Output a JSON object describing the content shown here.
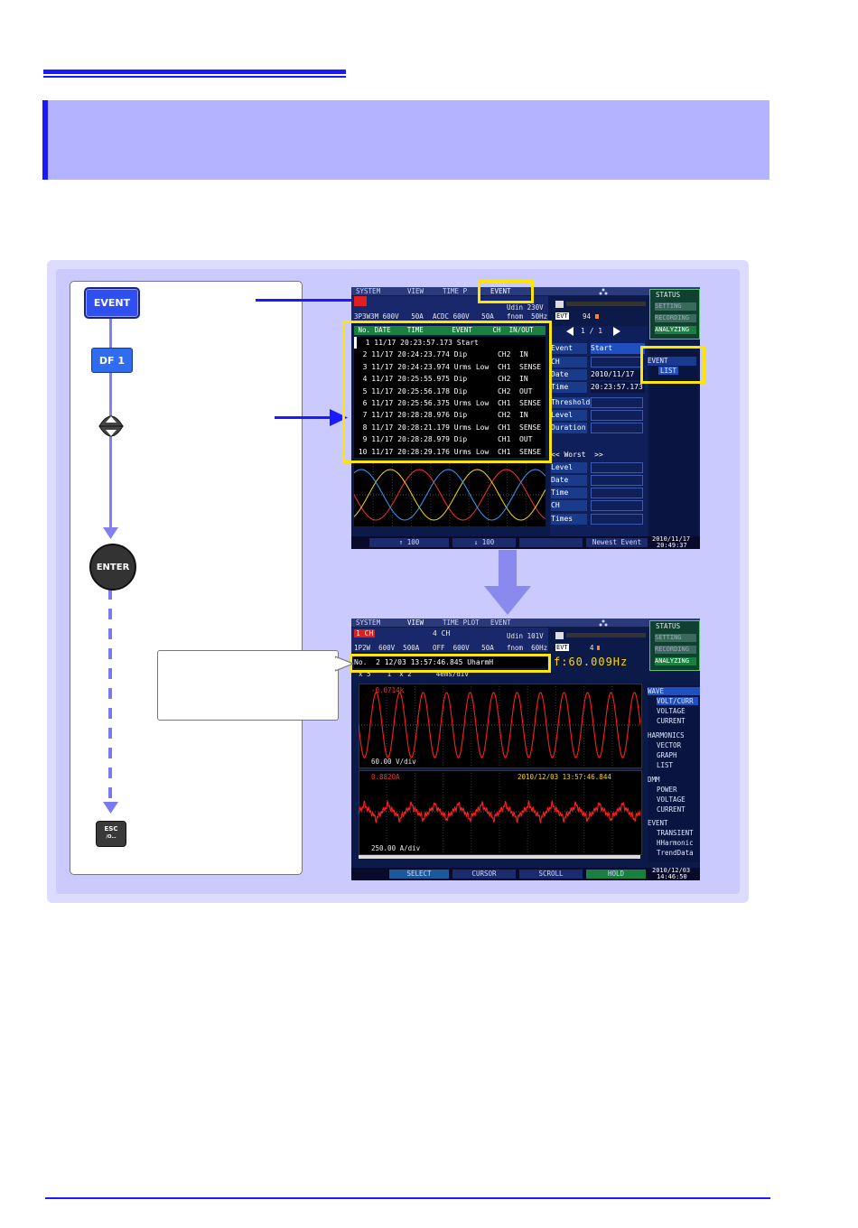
{
  "keys": {
    "event": "EVENT",
    "df": "DF 1",
    "enter": "ENTER",
    "esc_top": "ESC",
    "esc_bottom": "/O…"
  },
  "screen1": {
    "tabs": [
      "SYSTEM",
      "VIEW",
      "TIME P",
      "EVENT"
    ],
    "header_left": "3P3W3M 600V   50A",
    "header_mid": "ACDC 600V   50A",
    "header_right1": "Udin 230V",
    "header_right2": "fnom  50Hz",
    "event_count": "94",
    "page": "1 / 1",
    "list_header": " No. DATE    TIME       EVENT     CH  IN/OUT",
    "rows": [
      "  1 11/17 20:23:57.173 Start",
      "  2 11/17 20:24:23.774 Dip       CH2  IN",
      "  3 11/17 20:24:23.974 Urms Low  CH1  SENSE",
      "  4 11/17 20:25:55.975 Dip       CH2  IN",
      "  5 11/17 20:25:56.178 Dip       CH2  OUT",
      "  6 11/17 20:25:56.375 Urms Low  CH1  SENSE",
      "  7 11/17 20:28:28.976 Dip       CH2  IN",
      "  8 11/17 20:28:21.179 Urms Low  CH1  SENSE",
      "  9 11/17 20:28:28.979 Dip       CH1  OUT",
      " 10 11/17 20:28:29.176 Urms Low  CH1  SENSE"
    ],
    "detail": {
      "event_label": "Event",
      "event_value": "Start",
      "ch_label": "CH",
      "date_label": "Date",
      "date_value": "2010/11/17",
      "time_label": "Time",
      "time_value": "20:23:57.173",
      "threshold_label": "Threshold",
      "level_label": "Level",
      "duration_label": "Duration",
      "worst_label": "<< Worst  >>",
      "w_level": "Level",
      "w_date": "Date",
      "w_time": "Time",
      "w_ch": "CH",
      "w_times": "Times"
    },
    "status": [
      "STATUS",
      "SETTING",
      "RECORDING",
      "ANALYZING"
    ],
    "event_menu": [
      "EVENT",
      "LIST"
    ],
    "softkeys": [
      "↑ 100",
      "↓ 100",
      "",
      "Newest Event"
    ],
    "clock_date": "2010/11/17",
    "clock_time": "20:49:37"
  },
  "screen2": {
    "tabs": [
      "SYSTEM",
      "VIEW",
      "TIME PLOT",
      "EVENT"
    ],
    "ch1_label": "1 CH",
    "ch4_label": "4 CH",
    "header_left": "1P2W  600V  500A",
    "header_mid": "OFF  600V   50A",
    "header_right1": "Udin 101V",
    "header_right2": "fnom  60Hz",
    "event_count": "4",
    "event_line": "No.  2 12/03 13:57:46.845 UharmH",
    "freq": "f:60.009Hz",
    "scale_row": "x 5    1  x 2      4ems/div",
    "wave1_value": "-0.0714k",
    "wave1_scale": "60.00 V/div",
    "wave2_value": "0.8820A",
    "wave2_stamp": "2010/12/03 13:57:46.844",
    "wave2_scale": "250.00 A/div",
    "status": [
      "STATUS",
      "SETTING",
      "RECORDING",
      "ANALYZING"
    ],
    "menu": {
      "wave": "WAVE",
      "wave_items": [
        "VOLT/CURR",
        "VOLTAGE",
        "CURRENT"
      ],
      "harmonics": "HARMONICS",
      "harmonics_items": [
        "VECTOR",
        "GRAPH",
        "LIST"
      ],
      "dmm": "DMM",
      "dmm_items": [
        "POWER",
        "VOLTAGE",
        "CURRENT"
      ],
      "event": "EVENT",
      "event_items": [
        "TRANSIENT",
        "HHarmonic",
        "TrendData"
      ]
    },
    "softkeys": [
      "SELECT",
      "CURSOR",
      "SCROLL",
      "HOLD"
    ],
    "clock_date": "2010/12/03",
    "clock_time": "14:46:50"
  },
  "colors": {
    "accent_blue": "#1a1aff",
    "panel": "#cacaff",
    "highlight": "#ffe600",
    "wave_red": "#ff2020"
  }
}
